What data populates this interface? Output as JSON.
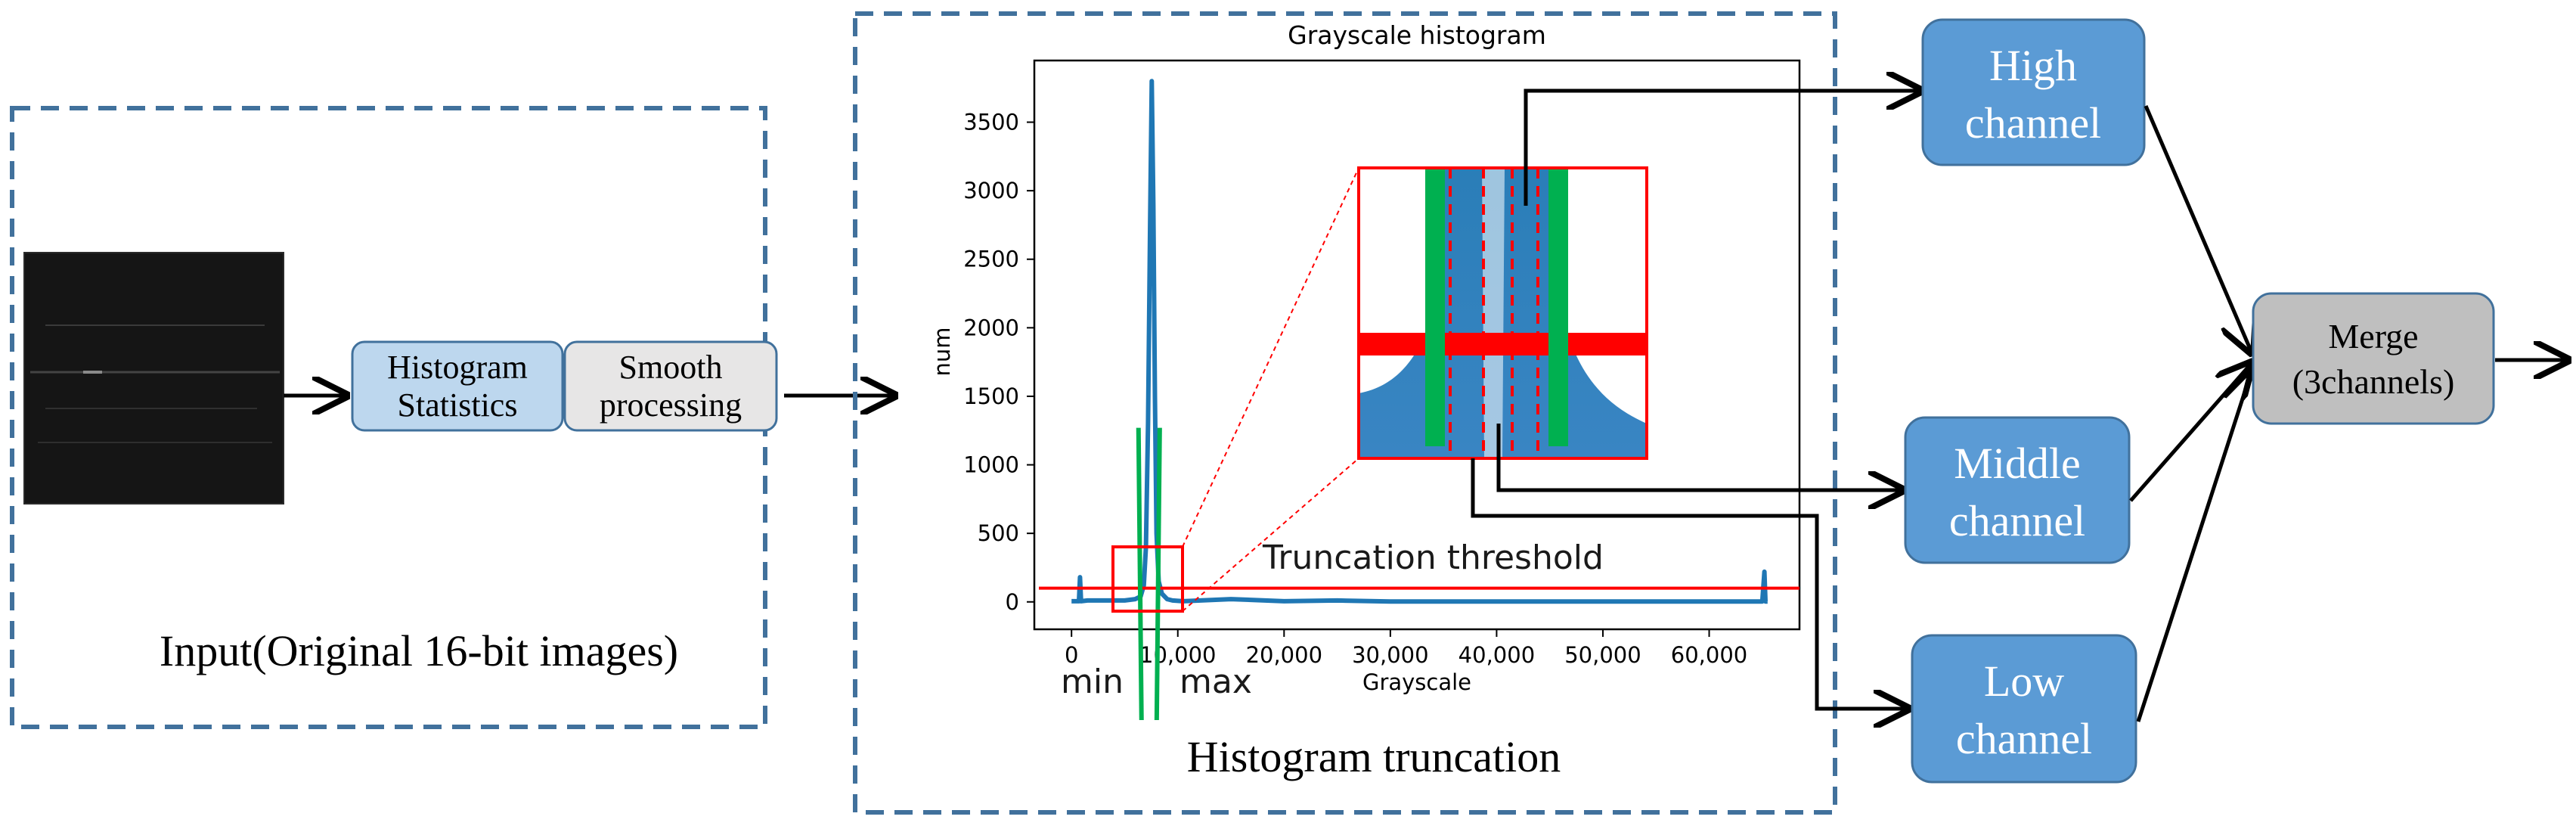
{
  "colors": {
    "dash_border": "#41719c",
    "blue_box": "#5b9bd5",
    "blue_box_border": "#41719c",
    "light_blue_box": "#bdd7ee",
    "light_gray_box": "#e7e6e6",
    "gray_box": "#bfbfbf",
    "histogram_line": "#1f77b4",
    "threshold_red": "#ff0000",
    "min_max_green": "#00b050",
    "arrow": "#000000"
  },
  "input_panel": {
    "caption": "Input(Original 16-bit images)",
    "image_icon": "dark-16bit-image-icon"
  },
  "process_boxes": {
    "histogram_statistics": [
      "Histogram",
      "Statistics"
    ],
    "smooth_processing": [
      "Smooth",
      "processing"
    ]
  },
  "truncation_panel": {
    "caption": "Histogram truncation",
    "threshold_label": "Truncation threshold",
    "min_label": "min",
    "max_label": "max"
  },
  "outputs": {
    "high": [
      "High",
      "channel"
    ],
    "middle": [
      "Middle",
      "channel"
    ],
    "low": [
      "Low",
      "channel"
    ],
    "merge": [
      "Merge",
      "(3channels)"
    ]
  },
  "chart_data": {
    "type": "line",
    "title": "Grayscale histogram",
    "xlabel": "Grayscale",
    "ylabel": "num",
    "xlim": [
      -3500,
      68500
    ],
    "ylim": [
      -200,
      3950
    ],
    "x_ticks": [
      0,
      10000,
      20000,
      30000,
      40000,
      50000,
      60000
    ],
    "x_tick_labels": [
      "0",
      "10,000",
      "20,000",
      "30,000",
      "40,000",
      "50,000",
      "60,000"
    ],
    "y_ticks": [
      0,
      500,
      1000,
      1500,
      2000,
      2500,
      3000,
      3500
    ],
    "y_tick_labels": [
      "0",
      "500",
      "1000",
      "1500",
      "2000",
      "2500",
      "3000",
      "3500"
    ],
    "grid": false,
    "series": [
      {
        "x": [
          0,
          700,
          800,
          900,
          1500,
          5000,
          6000,
          6500,
          6800,
          7000,
          7200,
          7400,
          7550,
          7700,
          7850,
          8000,
          8200,
          8500,
          9000,
          9500,
          10500,
          15000,
          20000,
          25000,
          30000,
          40000,
          50000,
          60000,
          65000,
          65200,
          65300,
          65400,
          65500
        ],
        "y": [
          5,
          5,
          180,
          5,
          10,
          10,
          20,
          40,
          120,
          400,
          1300,
          2800,
          3800,
          2900,
          1500,
          500,
          150,
          60,
          20,
          10,
          5,
          20,
          5,
          10,
          3,
          3,
          3,
          3,
          3,
          220,
          3,
          3,
          3
        ]
      }
    ],
    "truncation_threshold": 100,
    "min_grayscale": 6300,
    "max_grayscale": 8300
  }
}
